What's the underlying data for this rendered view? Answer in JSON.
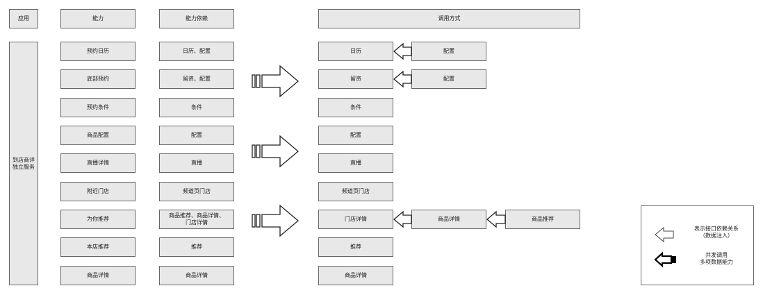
{
  "headers": {
    "app": "应用",
    "capability": "能力",
    "dependency": "能力依赖",
    "invoke": "调用方式"
  },
  "app_name": "到店商详\n独立服务",
  "capabilities": [
    "预约日历",
    "底部预约",
    "预约条件",
    "商品配置",
    "直播详情",
    "附近门店",
    "为你推荐",
    "本店推荐",
    "商品详情"
  ],
  "dependencies": [
    "日历、配置",
    "留资、配置",
    "条件",
    "配置",
    "直播",
    "频道页门店",
    "商品推荐、商品详情、\n门店详情",
    "推荐",
    "商品详情"
  ],
  "invocations": [
    "日历",
    "留资",
    "条件",
    "配置",
    "直播",
    "频道页门店",
    "门店详情",
    "推荐",
    "商品详情"
  ],
  "injections": {
    "row0": "配置",
    "row1": "配置",
    "row6_a": "商品详情",
    "row6_b": "商品推荐"
  },
  "legend": {
    "inject": "表示接口依赖关系\n（数据注入）",
    "concurrent": "并发调用\n多项数据能力"
  }
}
